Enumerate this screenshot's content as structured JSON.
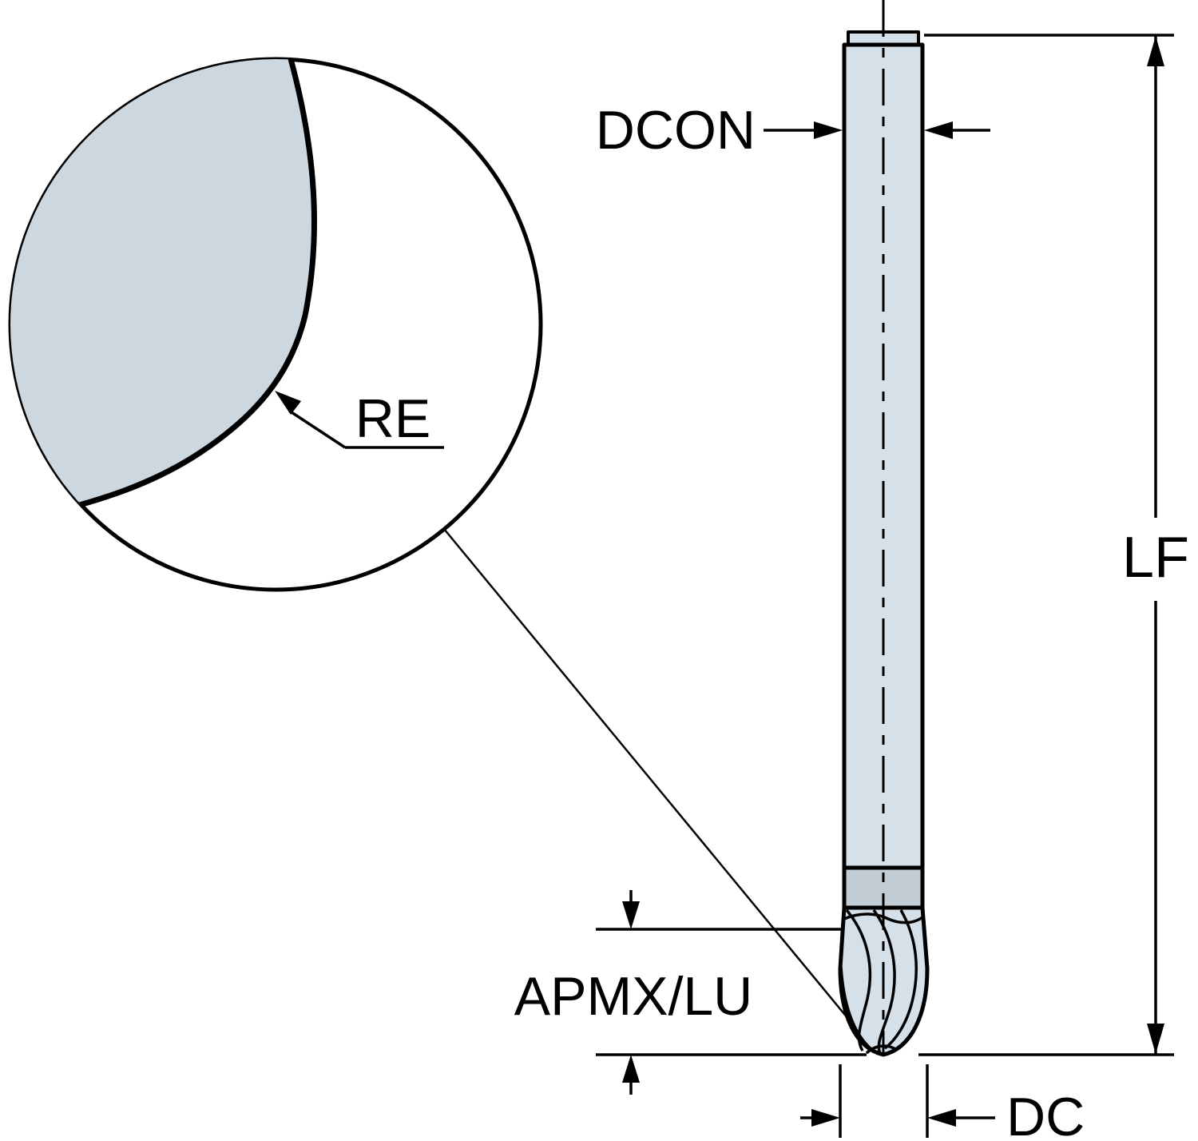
{
  "diagram": {
    "labels": {
      "re": "RE",
      "dcon": "DCON",
      "lf": "LF",
      "apmx_lu": "APMX/LU",
      "dc": "DC"
    },
    "colors": {
      "background": "#ffffff",
      "line": "#000000",
      "tool_fill": "#d6e0e8",
      "neck_fill": "#c2ccd5",
      "detail_fill": "#ccd7e0"
    }
  }
}
